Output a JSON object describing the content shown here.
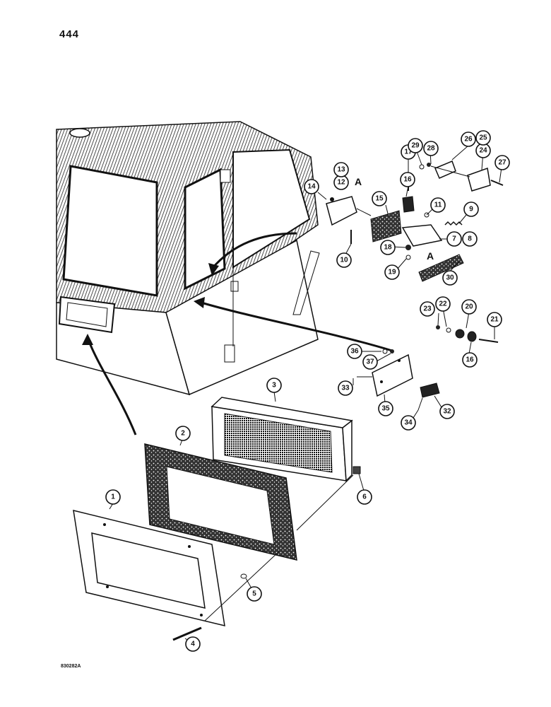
{
  "page_number": "444",
  "drawing_id": "830282A",
  "ref_markers": [
    "A",
    "A"
  ],
  "callouts": [
    {
      "id": "c1",
      "label": "1"
    },
    {
      "id": "c2",
      "label": "2"
    },
    {
      "id": "c3",
      "label": "3"
    },
    {
      "id": "c4",
      "label": "4"
    },
    {
      "id": "c5",
      "label": "5"
    },
    {
      "id": "c6",
      "label": "6"
    },
    {
      "id": "c7",
      "label": "7"
    },
    {
      "id": "c8",
      "label": "8"
    },
    {
      "id": "c9",
      "label": "9"
    },
    {
      "id": "c10",
      "label": "10"
    },
    {
      "id": "c11",
      "label": "11"
    },
    {
      "id": "c12",
      "label": "12"
    },
    {
      "id": "c13",
      "label": "13"
    },
    {
      "id": "c14",
      "label": "14"
    },
    {
      "id": "c15",
      "label": "15"
    },
    {
      "id": "c16a",
      "label": "16"
    },
    {
      "id": "c16b",
      "label": "16"
    },
    {
      "id": "c17",
      "label": "17"
    },
    {
      "id": "c18",
      "label": "18"
    },
    {
      "id": "c19",
      "label": "19"
    },
    {
      "id": "c20",
      "label": "20"
    },
    {
      "id": "c21",
      "label": "21"
    },
    {
      "id": "c22",
      "label": "22"
    },
    {
      "id": "c23",
      "label": "23"
    },
    {
      "id": "c24",
      "label": "24"
    },
    {
      "id": "c25",
      "label": "25"
    },
    {
      "id": "c26",
      "label": "26"
    },
    {
      "id": "c27",
      "label": "27"
    },
    {
      "id": "c28",
      "label": "28"
    },
    {
      "id": "c29",
      "label": "29"
    },
    {
      "id": "c30",
      "label": "30"
    },
    {
      "id": "c32",
      "label": "32"
    },
    {
      "id": "c33",
      "label": "33"
    },
    {
      "id": "c34",
      "label": "34"
    },
    {
      "id": "c35",
      "label": "35"
    },
    {
      "id": "c36",
      "label": "36"
    },
    {
      "id": "c37",
      "label": "37"
    }
  ]
}
